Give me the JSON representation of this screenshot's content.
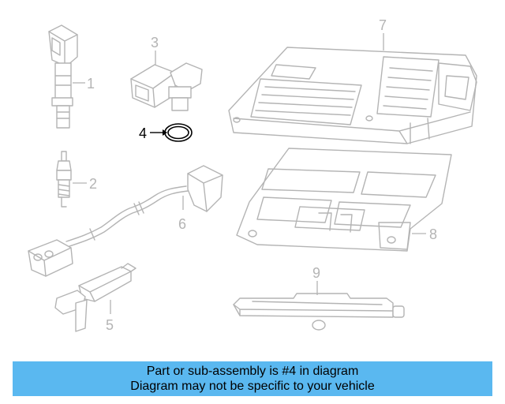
{
  "diagram": {
    "callouts": [
      "1",
      "2",
      "3",
      "4",
      "5",
      "6",
      "7",
      "8",
      "9"
    ],
    "highlighted_callout": "4",
    "colors": {
      "part_line": "#b4b4b4",
      "highlight": "#000000"
    }
  },
  "banner": {
    "line1": "Part or sub-assembly is #4 in diagram",
    "line2": "Diagram may not be specific to your vehicle",
    "background": "#5ab8f0"
  }
}
